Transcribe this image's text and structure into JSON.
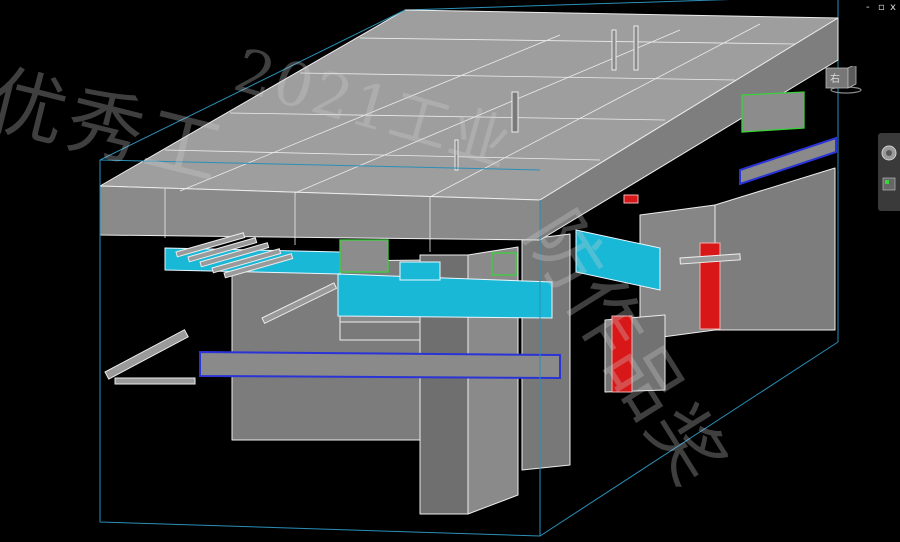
{
  "window_controls": {
    "minimize": "-",
    "restore": "▫",
    "close": "x"
  },
  "viewcube": {
    "face_label": "右"
  },
  "watermark": {
    "line1": "优秀工",
    "line2": "2021工业",
    "line3": "防作品奖"
  },
  "colors": {
    "background": "#000000",
    "model_gray": "#8c8c8c",
    "model_top": "#9e9e9e",
    "edge": "#ececec",
    "bounding_box": "#2a8fb8",
    "cyan_part": "#19b8d6",
    "green_outline": "#3ad13a",
    "red_part": "#d81818",
    "blue_outline": "#2a33d6"
  },
  "icons": [
    "viewcube-icon",
    "steering-wheel-icon",
    "nav-cube-icon",
    "window-minimize-icon",
    "window-restore-icon",
    "window-close-icon"
  ]
}
